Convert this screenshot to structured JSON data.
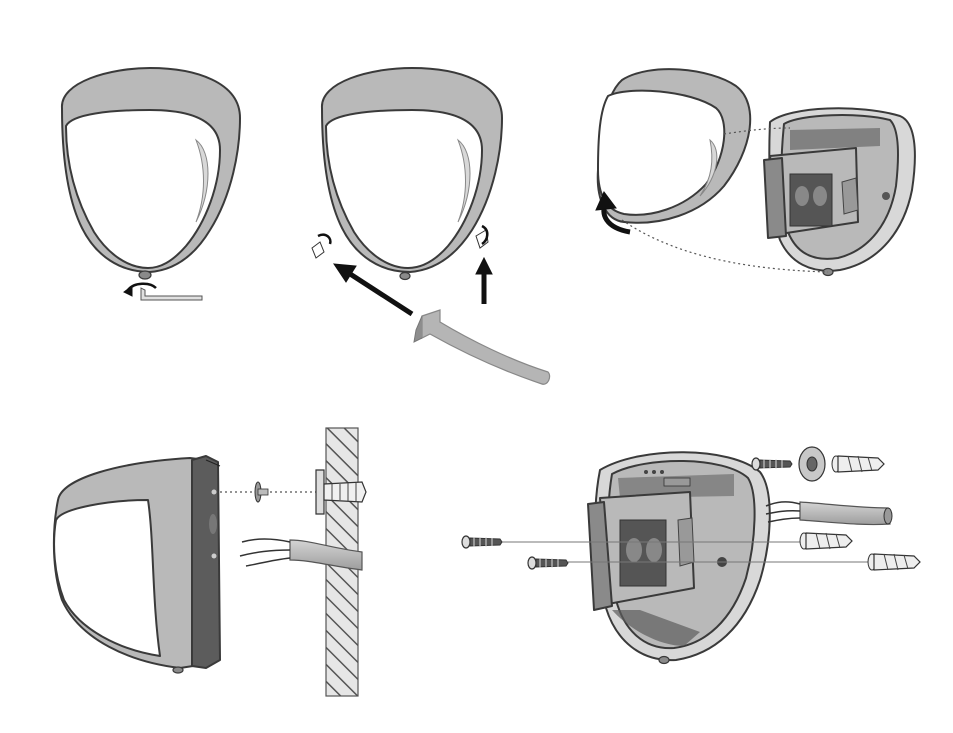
{
  "figure": {
    "panels": [
      {
        "id": "loosen-screw",
        "description_icon": "hex-key-icon"
      },
      {
        "id": "remove-screws",
        "description_icon": "hex-key-icon"
      },
      {
        "id": "open-cover",
        "description_icon": "hinge-arrow-icon"
      },
      {
        "id": "side-mount",
        "description_icon": "wall-anchor-icon"
      },
      {
        "id": "mounting-hardware",
        "description_icon": "screw-icon"
      }
    ],
    "colors": {
      "outline": "#3a3a3a",
      "cover_body": "#b9b9b9",
      "lens": "#ffffff",
      "arrow": "#111111",
      "wall": "#dcdcdc"
    }
  }
}
